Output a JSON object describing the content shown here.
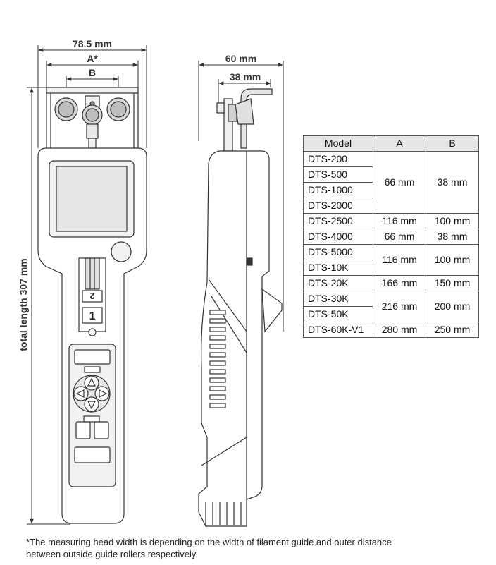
{
  "dimensions": {
    "overall_width": "78.5 mm",
    "a_label": "A*",
    "b_label": "B",
    "side_width": "60 mm",
    "side_inner": "38 mm",
    "total_length": "total length 307 mm"
  },
  "device_labels": {
    "dial_top": "2",
    "dial_bottom": "1"
  },
  "table": {
    "headers": [
      "Model",
      "A",
      "B"
    ],
    "groups": [
      {
        "models": [
          "DTS-200",
          "DTS-500",
          "DTS-1000",
          "DTS-2000"
        ],
        "a": "66 mm",
        "b": "38 mm"
      },
      {
        "models": [
          "DTS-2500"
        ],
        "a": "116 mm",
        "b": "100 mm"
      },
      {
        "models": [
          "DTS-4000"
        ],
        "a": "66 mm",
        "b": "38 mm"
      },
      {
        "models": [
          "DTS-5000",
          "DTS-10K"
        ],
        "a": "116 mm",
        "b": "100 mm"
      },
      {
        "models": [
          "DTS-20K"
        ],
        "a": "166 mm",
        "b": "150 mm"
      },
      {
        "models": [
          "DTS-30K",
          "DTS-50K"
        ],
        "a": "216 mm",
        "b": "200 mm"
      },
      {
        "models": [
          "DTS-60K-V1"
        ],
        "a": "280 mm",
        "b": "250 mm"
      }
    ]
  },
  "footnote": "*The measuring head width is depending on the width of filament guide and outer distance between outside guide rollers respectively."
}
